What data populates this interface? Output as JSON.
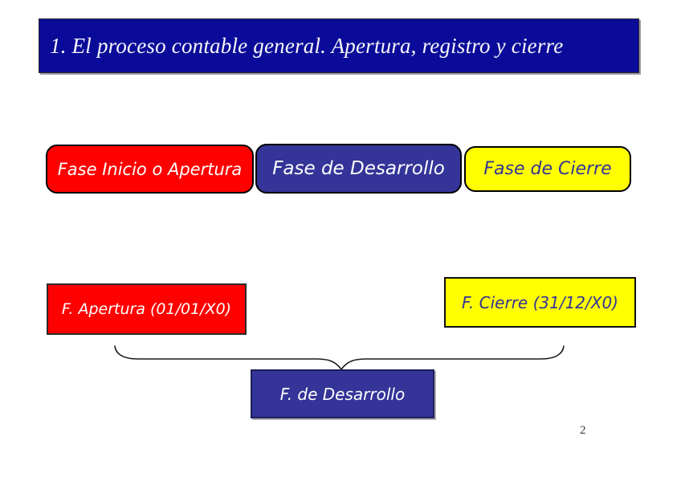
{
  "slide": {
    "title": "1. El proceso contable general. Apertura, registro y cierre",
    "page_number": "2"
  },
  "phases": [
    {
      "label": "Fase Inicio o Apertura",
      "fill": "#ff0000",
      "text_color": "#ffffff"
    },
    {
      "label": "Fase de Desarrollo",
      "fill": "#343499",
      "text_color": "#ffffff"
    },
    {
      "label": "Fase de Cierre",
      "fill": "#ffff00",
      "text_color": "#333399"
    }
  ],
  "timeline": {
    "apertura_label": "F. Apertura (01/01/X0)",
    "cierre_label": "F. Cierre (31/12/X0)",
    "desarrollo_label": "F. de Desarrollo"
  },
  "colors": {
    "title_bar": "#0b0b99",
    "red": "#ff0000",
    "blue": "#343499",
    "yellow": "#ffff00",
    "dark_blue_text": "#333399",
    "brace": "#1a1a1a",
    "page_number_text": "#3a3a3a"
  }
}
